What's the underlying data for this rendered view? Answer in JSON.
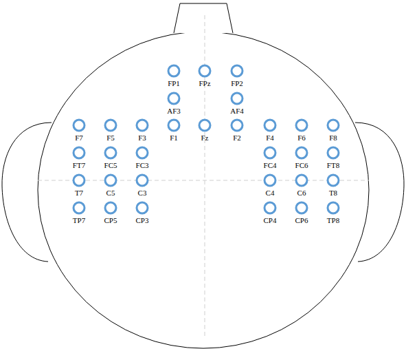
{
  "diagram": {
    "labels": [
      "FP1",
      "FPz",
      "FP2",
      "AF3",
      "AF4",
      "F7",
      "F5",
      "F3",
      "F1",
      "Fz",
      "F2",
      "F4",
      "F6",
      "F8",
      "FT7",
      "FC5",
      "FC3",
      "FC4",
      "FC6",
      "FT8",
      "T7",
      "C5",
      "C3",
      "C4",
      "C6",
      "T8",
      "TP7",
      "CP5",
      "CP3",
      "CP4",
      "CP6",
      "TP8"
    ]
  }
}
